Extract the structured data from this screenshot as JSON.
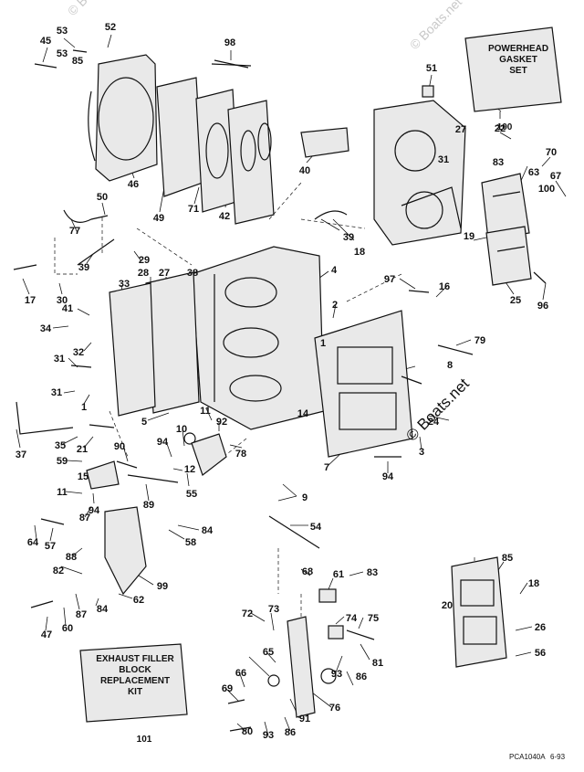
{
  "kits": {
    "powerhead": {
      "lines": [
        "POWERHEAD",
        "GASKET",
        "SET"
      ],
      "number": "100"
    },
    "exhaust": {
      "lines": [
        "EXHAUST FILLER",
        "BLOCK",
        "REPLACEMENT",
        "KIT"
      ],
      "number": "101"
    }
  },
  "watermark": "© Boats.net",
  "watermark_faint": "© Boats.net",
  "footer": {
    "code": "PCA1040A",
    "date": "6-93"
  },
  "callouts": [
    "45",
    "53",
    "53",
    "85",
    "52",
    "98",
    "51",
    "46",
    "49",
    "71",
    "42",
    "40",
    "27",
    "31",
    "83",
    "70",
    "63",
    "67",
    "100",
    "22",
    "50",
    "77",
    "39",
    "29",
    "28",
    "27",
    "38",
    "39",
    "18",
    "19",
    "25",
    "96",
    "97",
    "16",
    "17",
    "30",
    "33",
    "41",
    "34",
    "31",
    "32",
    "31",
    "1",
    "4",
    "2",
    "1",
    "8",
    "79",
    "11",
    "92",
    "10",
    "5",
    "14",
    "3",
    "24",
    "37",
    "35",
    "21",
    "90",
    "94",
    "12",
    "78",
    "59",
    "15",
    "11",
    "89",
    "94",
    "55",
    "9",
    "7",
    "94",
    "87",
    "84",
    "58",
    "54",
    "64",
    "57",
    "88",
    "82",
    "99",
    "62",
    "84",
    "87",
    "60",
    "47",
    "68",
    "61",
    "83",
    "85",
    "18",
    "20",
    "26",
    "56",
    "72",
    "73",
    "74",
    "75",
    "81",
    "65",
    "66",
    "93",
    "86",
    "69",
    "76",
    "91",
    "80",
    "93",
    "86"
  ]
}
